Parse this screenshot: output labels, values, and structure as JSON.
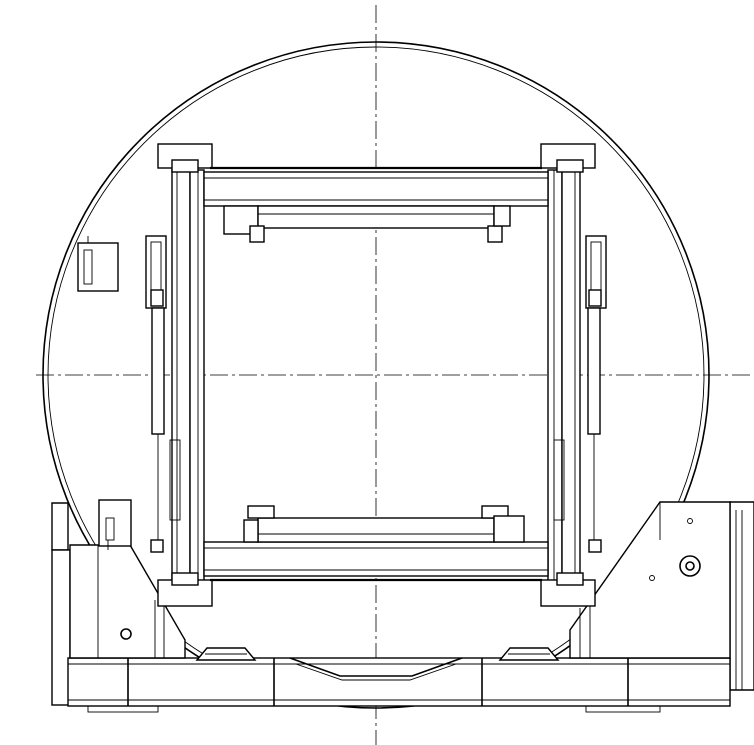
{
  "drawing": {
    "view": "front elevation",
    "components": [
      {
        "name": "drum-shell",
        "shape": "circle"
      },
      {
        "name": "inner-frame",
        "shape": "rectangle"
      },
      {
        "name": "top-beam"
      },
      {
        "name": "bottom-beam"
      },
      {
        "name": "left-cylinder"
      },
      {
        "name": "right-cylinder"
      },
      {
        "name": "base-frame"
      },
      {
        "name": "left-support-bracket"
      },
      {
        "name": "right-support-bracket"
      },
      {
        "name": "support-rollers",
        "count": 2
      }
    ],
    "centerlines": [
      "vertical",
      "horizontal"
    ],
    "text": []
  }
}
